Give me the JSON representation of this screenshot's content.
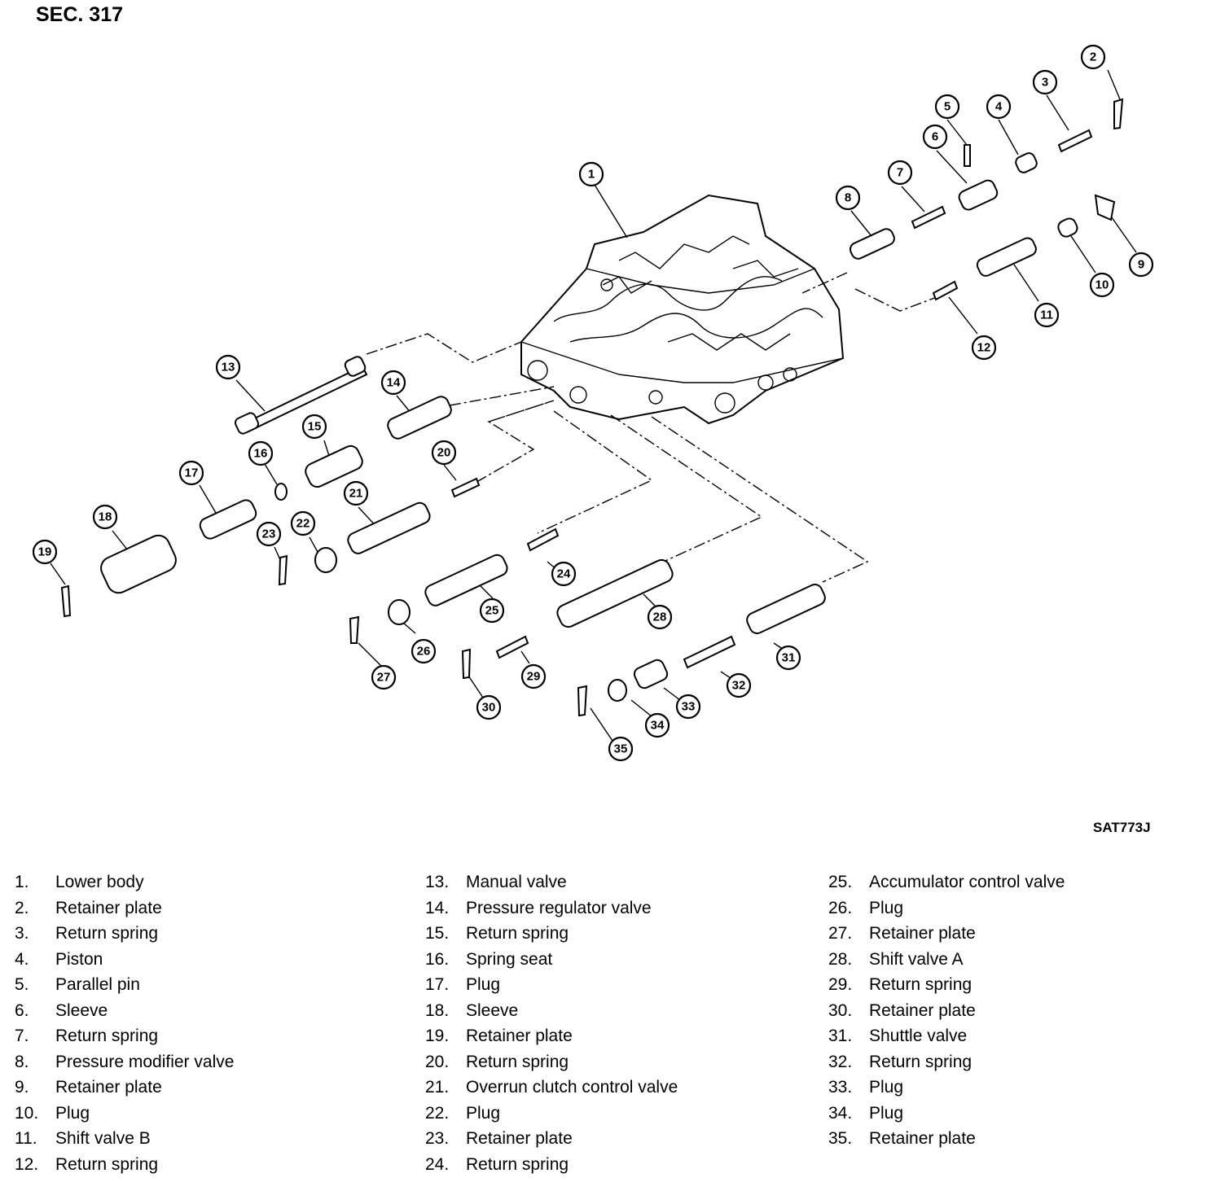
{
  "section": "SEC. 317",
  "figure_code": "SAT773J",
  "callouts": [
    "1",
    "2",
    "3",
    "4",
    "5",
    "6",
    "7",
    "8",
    "9",
    "10",
    "11",
    "12",
    "13",
    "14",
    "15",
    "16",
    "17",
    "18",
    "19",
    "20",
    "21",
    "22",
    "23",
    "24",
    "25",
    "26",
    "27",
    "28",
    "29",
    "30",
    "31",
    "32",
    "33",
    "34",
    "35"
  ],
  "legend": [
    {
      "num": "1.",
      "label": "Lower body"
    },
    {
      "num": "2.",
      "label": "Retainer plate"
    },
    {
      "num": "3.",
      "label": "Return spring"
    },
    {
      "num": "4.",
      "label": "Piston"
    },
    {
      "num": "5.",
      "label": "Parallel pin"
    },
    {
      "num": "6.",
      "label": "Sleeve"
    },
    {
      "num": "7.",
      "label": "Return spring"
    },
    {
      "num": "8.",
      "label": "Pressure modifier valve"
    },
    {
      "num": "9.",
      "label": "Retainer plate"
    },
    {
      "num": "10.",
      "label": "Plug"
    },
    {
      "num": "11.",
      "label": "Shift valve B"
    },
    {
      "num": "12.",
      "label": "Return spring"
    },
    {
      "num": "13.",
      "label": "Manual valve"
    },
    {
      "num": "14.",
      "label": "Pressure regulator valve"
    },
    {
      "num": "15.",
      "label": "Return spring"
    },
    {
      "num": "16.",
      "label": "Spring seat"
    },
    {
      "num": "17.",
      "label": "Plug"
    },
    {
      "num": "18.",
      "label": "Sleeve"
    },
    {
      "num": "19.",
      "label": "Retainer plate"
    },
    {
      "num": "20.",
      "label": "Return spring"
    },
    {
      "num": "21.",
      "label": "Overrun clutch control valve"
    },
    {
      "num": "22.",
      "label": "Plug"
    },
    {
      "num": "23.",
      "label": "Retainer plate"
    },
    {
      "num": "24.",
      "label": "Return spring"
    },
    {
      "num": "25.",
      "label": "Accumulator control valve"
    },
    {
      "num": "26.",
      "label": "Plug"
    },
    {
      "num": "27.",
      "label": "Retainer plate"
    },
    {
      "num": "28.",
      "label": "Shift valve A"
    },
    {
      "num": "29.",
      "label": "Return spring"
    },
    {
      "num": "30.",
      "label": "Retainer plate"
    },
    {
      "num": "31.",
      "label": "Shuttle valve"
    },
    {
      "num": "32.",
      "label": "Return spring"
    },
    {
      "num": "33.",
      "label": "Plug"
    },
    {
      "num": "34.",
      "label": "Plug"
    },
    {
      "num": "35.",
      "label": "Retainer plate"
    }
  ]
}
